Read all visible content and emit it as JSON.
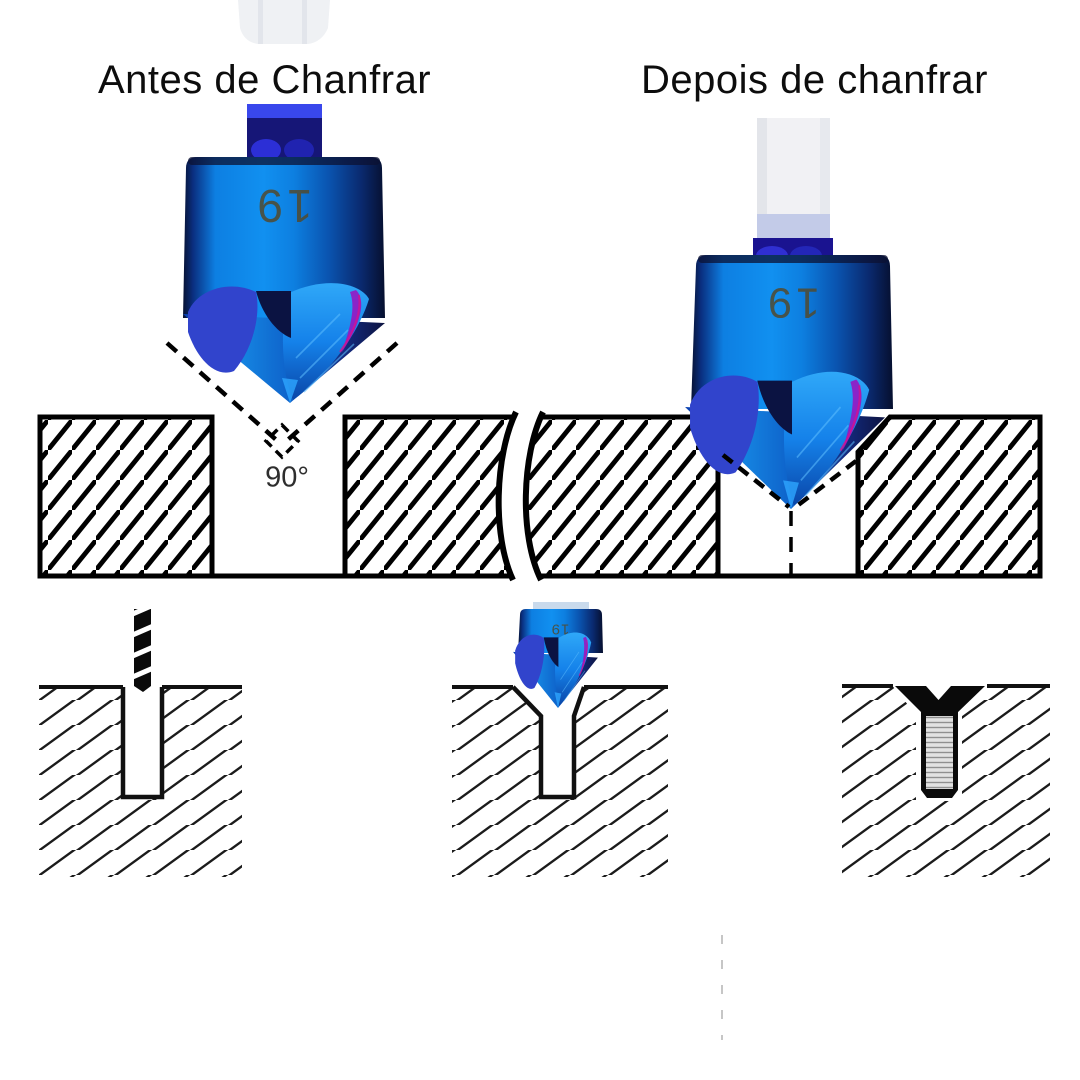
{
  "titles": {
    "before": "Antes de Chanfrar",
    "after": "Depois de chanfrar"
  },
  "labels": {
    "angle": "90°",
    "bit_marking": "19"
  },
  "colors": {
    "background": "#ffffff",
    "outline": "#000000",
    "bit_blue": "#0d7fe2",
    "bit_navy": "#0a1c55",
    "bit_royal": "#3144cc",
    "bit_magenta": "#9c10c0",
    "marking_text": "#4f4c35"
  }
}
